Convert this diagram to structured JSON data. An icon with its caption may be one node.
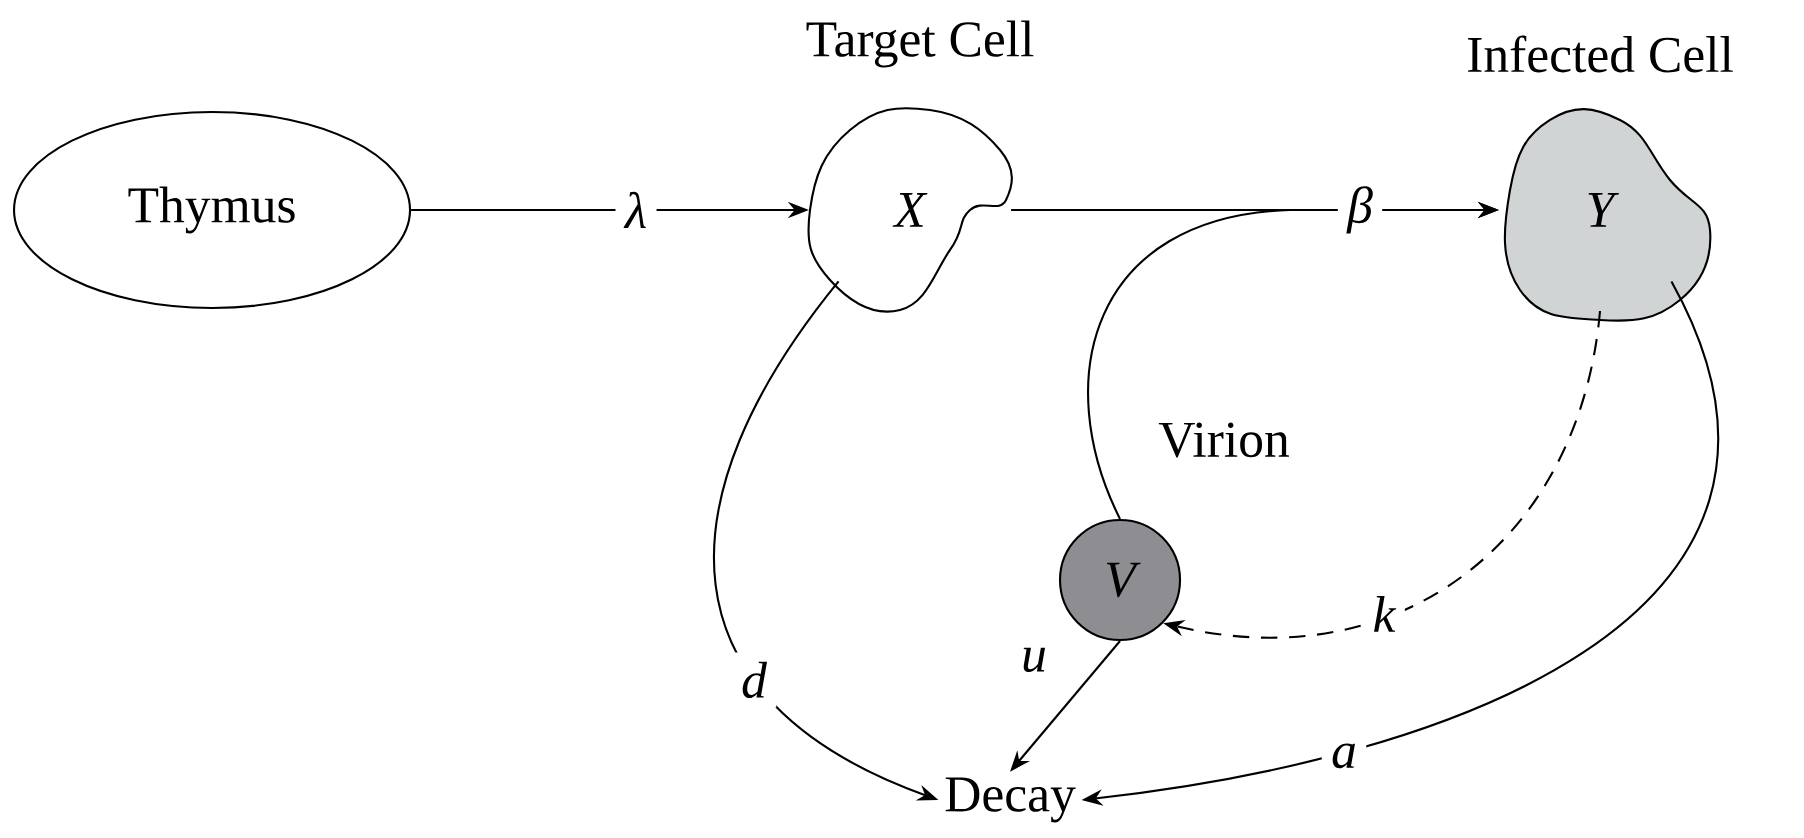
{
  "diagram": {
    "nodes": [
      {
        "text": [
          "Thymus"
        ]
      },
      {
        "text": [
          "X"
        ],
        "beside": [
          "Target Cell"
        ]
      },
      {
        "text": [
          "Y"
        ],
        "beside": [
          "Infected Cell"
        ]
      },
      {
        "text": [
          "V"
        ],
        "beside": [
          "Virion"
        ]
      },
      {
        "text": [
          "Decay"
        ]
      }
    ],
    "edges": [
      {
        "from": 0,
        "to": 1,
        "arrow": "to",
        "label": "λ"
      },
      {
        "from": 1,
        "to": 2,
        "arrow": "to",
        "label": "β"
      },
      {
        "from": 3,
        "to": 2,
        "arrow": "to"
      },
      {
        "from": 2,
        "to": 3,
        "arrow": "to",
        "label": "k",
        "style": "dashed"
      },
      {
        "from": 1,
        "to": 4,
        "arrow": "to",
        "label": "d"
      },
      {
        "from": 3,
        "to": 4,
        "arrow": "to",
        "label": "u"
      },
      {
        "from": 2,
        "to": 4,
        "arrow": "to",
        "label": "a"
      }
    ]
  }
}
